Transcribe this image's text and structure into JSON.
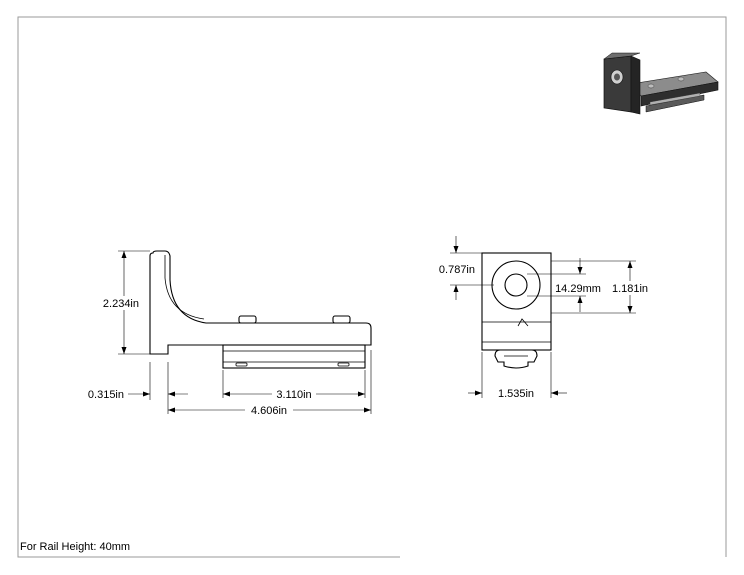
{
  "drawing": {
    "side_view": {
      "height_label": "2.234in",
      "offset_label": "0.315in",
      "rail_length_label": "3.110in",
      "overall_length_label": "4.606in"
    },
    "front_view": {
      "top_offset_label": "0.787in",
      "bore_label": "14.29mm",
      "height_label": "1.181in",
      "width_label": "1.535in"
    },
    "note": "For Rail Height: 40mm"
  }
}
